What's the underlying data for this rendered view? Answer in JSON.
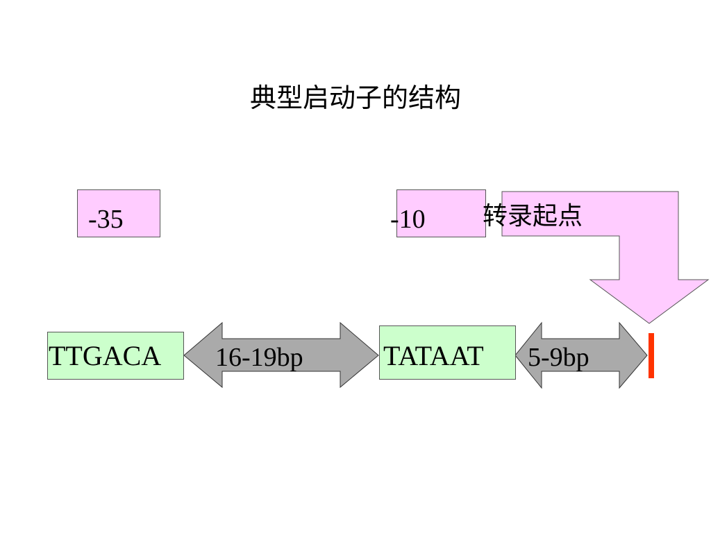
{
  "title": "典型启动子的结构",
  "labels": {
    "minus35": "-35",
    "minus10": "-10",
    "start_site": "转录起点"
  },
  "sequences": {
    "box35": "TTGACA",
    "box10": "TATAAT"
  },
  "spacers": {
    "spacer1": "16-19bp",
    "spacer2": "5-9bp"
  },
  "colors": {
    "pink_box": "#ffccff",
    "green_box": "#ccffcc",
    "arrow_gray": "#aaaaaa",
    "start_mark": "#ff3300"
  }
}
